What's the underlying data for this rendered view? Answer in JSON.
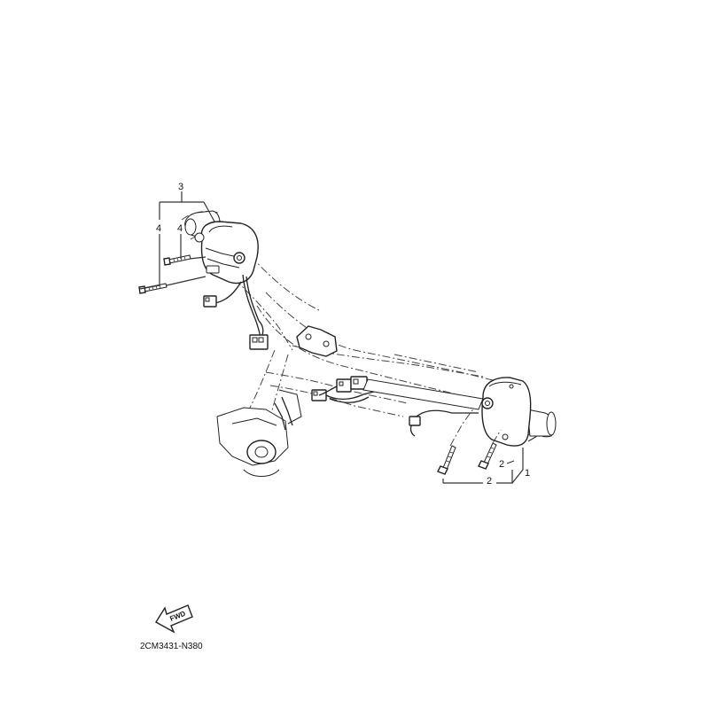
{
  "callouts": {
    "c1": "1",
    "c2a": "2",
    "c2b": "2",
    "c3": "3",
    "c4a": "4",
    "c4b": "4"
  },
  "fwd_arrow": {
    "text": "FWD"
  },
  "diagram_code": "2CM3431-N380"
}
